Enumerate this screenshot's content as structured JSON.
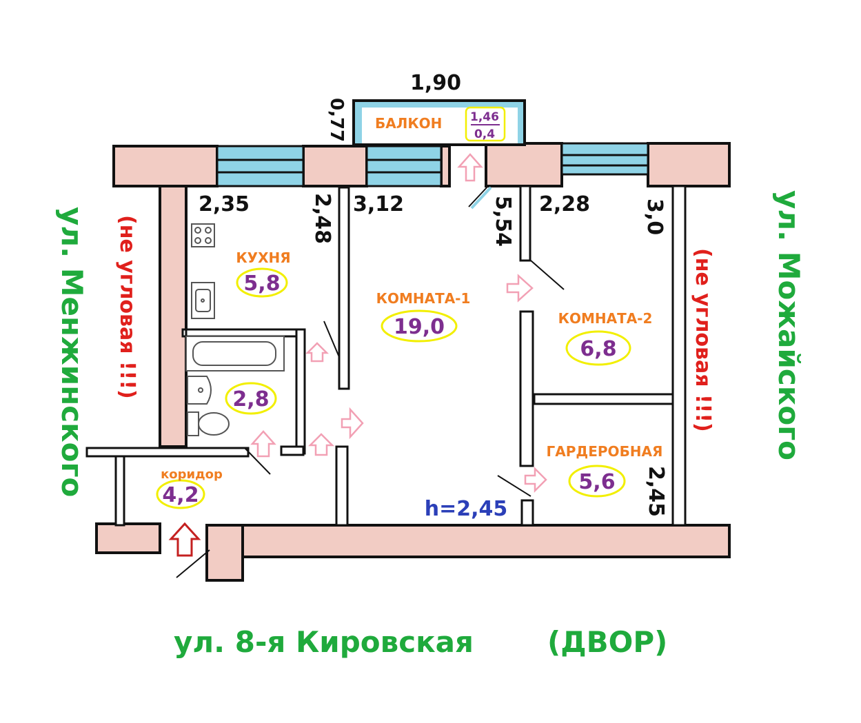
{
  "balcony": {
    "width": "1,90",
    "depth": "0,77",
    "label": "БАЛКОН",
    "area_top": "1,46",
    "area_bottom": "0,4"
  },
  "rooms": {
    "kitchen": {
      "label": "КУХНЯ",
      "area": "5,8",
      "width": "2,35",
      "length": "2,48"
    },
    "bathroom": {
      "area": "2,8"
    },
    "room1": {
      "label": "КОМНАТА-1",
      "area": "19,0",
      "width": "3,12",
      "length": "5,54"
    },
    "room2": {
      "label": "КОМНАТА-2",
      "area": "6,8",
      "width": "2,28",
      "length": "3,0"
    },
    "wardrobe": {
      "label": "ГАРДЕРОБНАЯ",
      "area": "5,6",
      "length": "2,45"
    },
    "corridor": {
      "label": "коридор",
      "area": "4,2"
    }
  },
  "ceiling_height": "h=2,45",
  "notes": {
    "left": "(не угловая !!!)",
    "right": "(не угловая !!!)"
  },
  "streets": {
    "left": "ул. Менжинского",
    "right": "ул. Можайского",
    "bottom": "ул. 8-я Кировская",
    "bottom_suffix": "(ДВОР)"
  },
  "colors": {
    "wall": "#f2ccc4",
    "wall_stroke": "#111111",
    "window": "#8fd3e6",
    "label_orange": "#f07d20",
    "area_purple": "#7d2e8f",
    "area_outline": "#f2ef00",
    "note_red": "#e0201c",
    "street_green": "#1faa3c",
    "height_blue": "#2b3fb8",
    "arrow_pink": "#f2a0b4",
    "arrow_red": "#c42020"
  }
}
